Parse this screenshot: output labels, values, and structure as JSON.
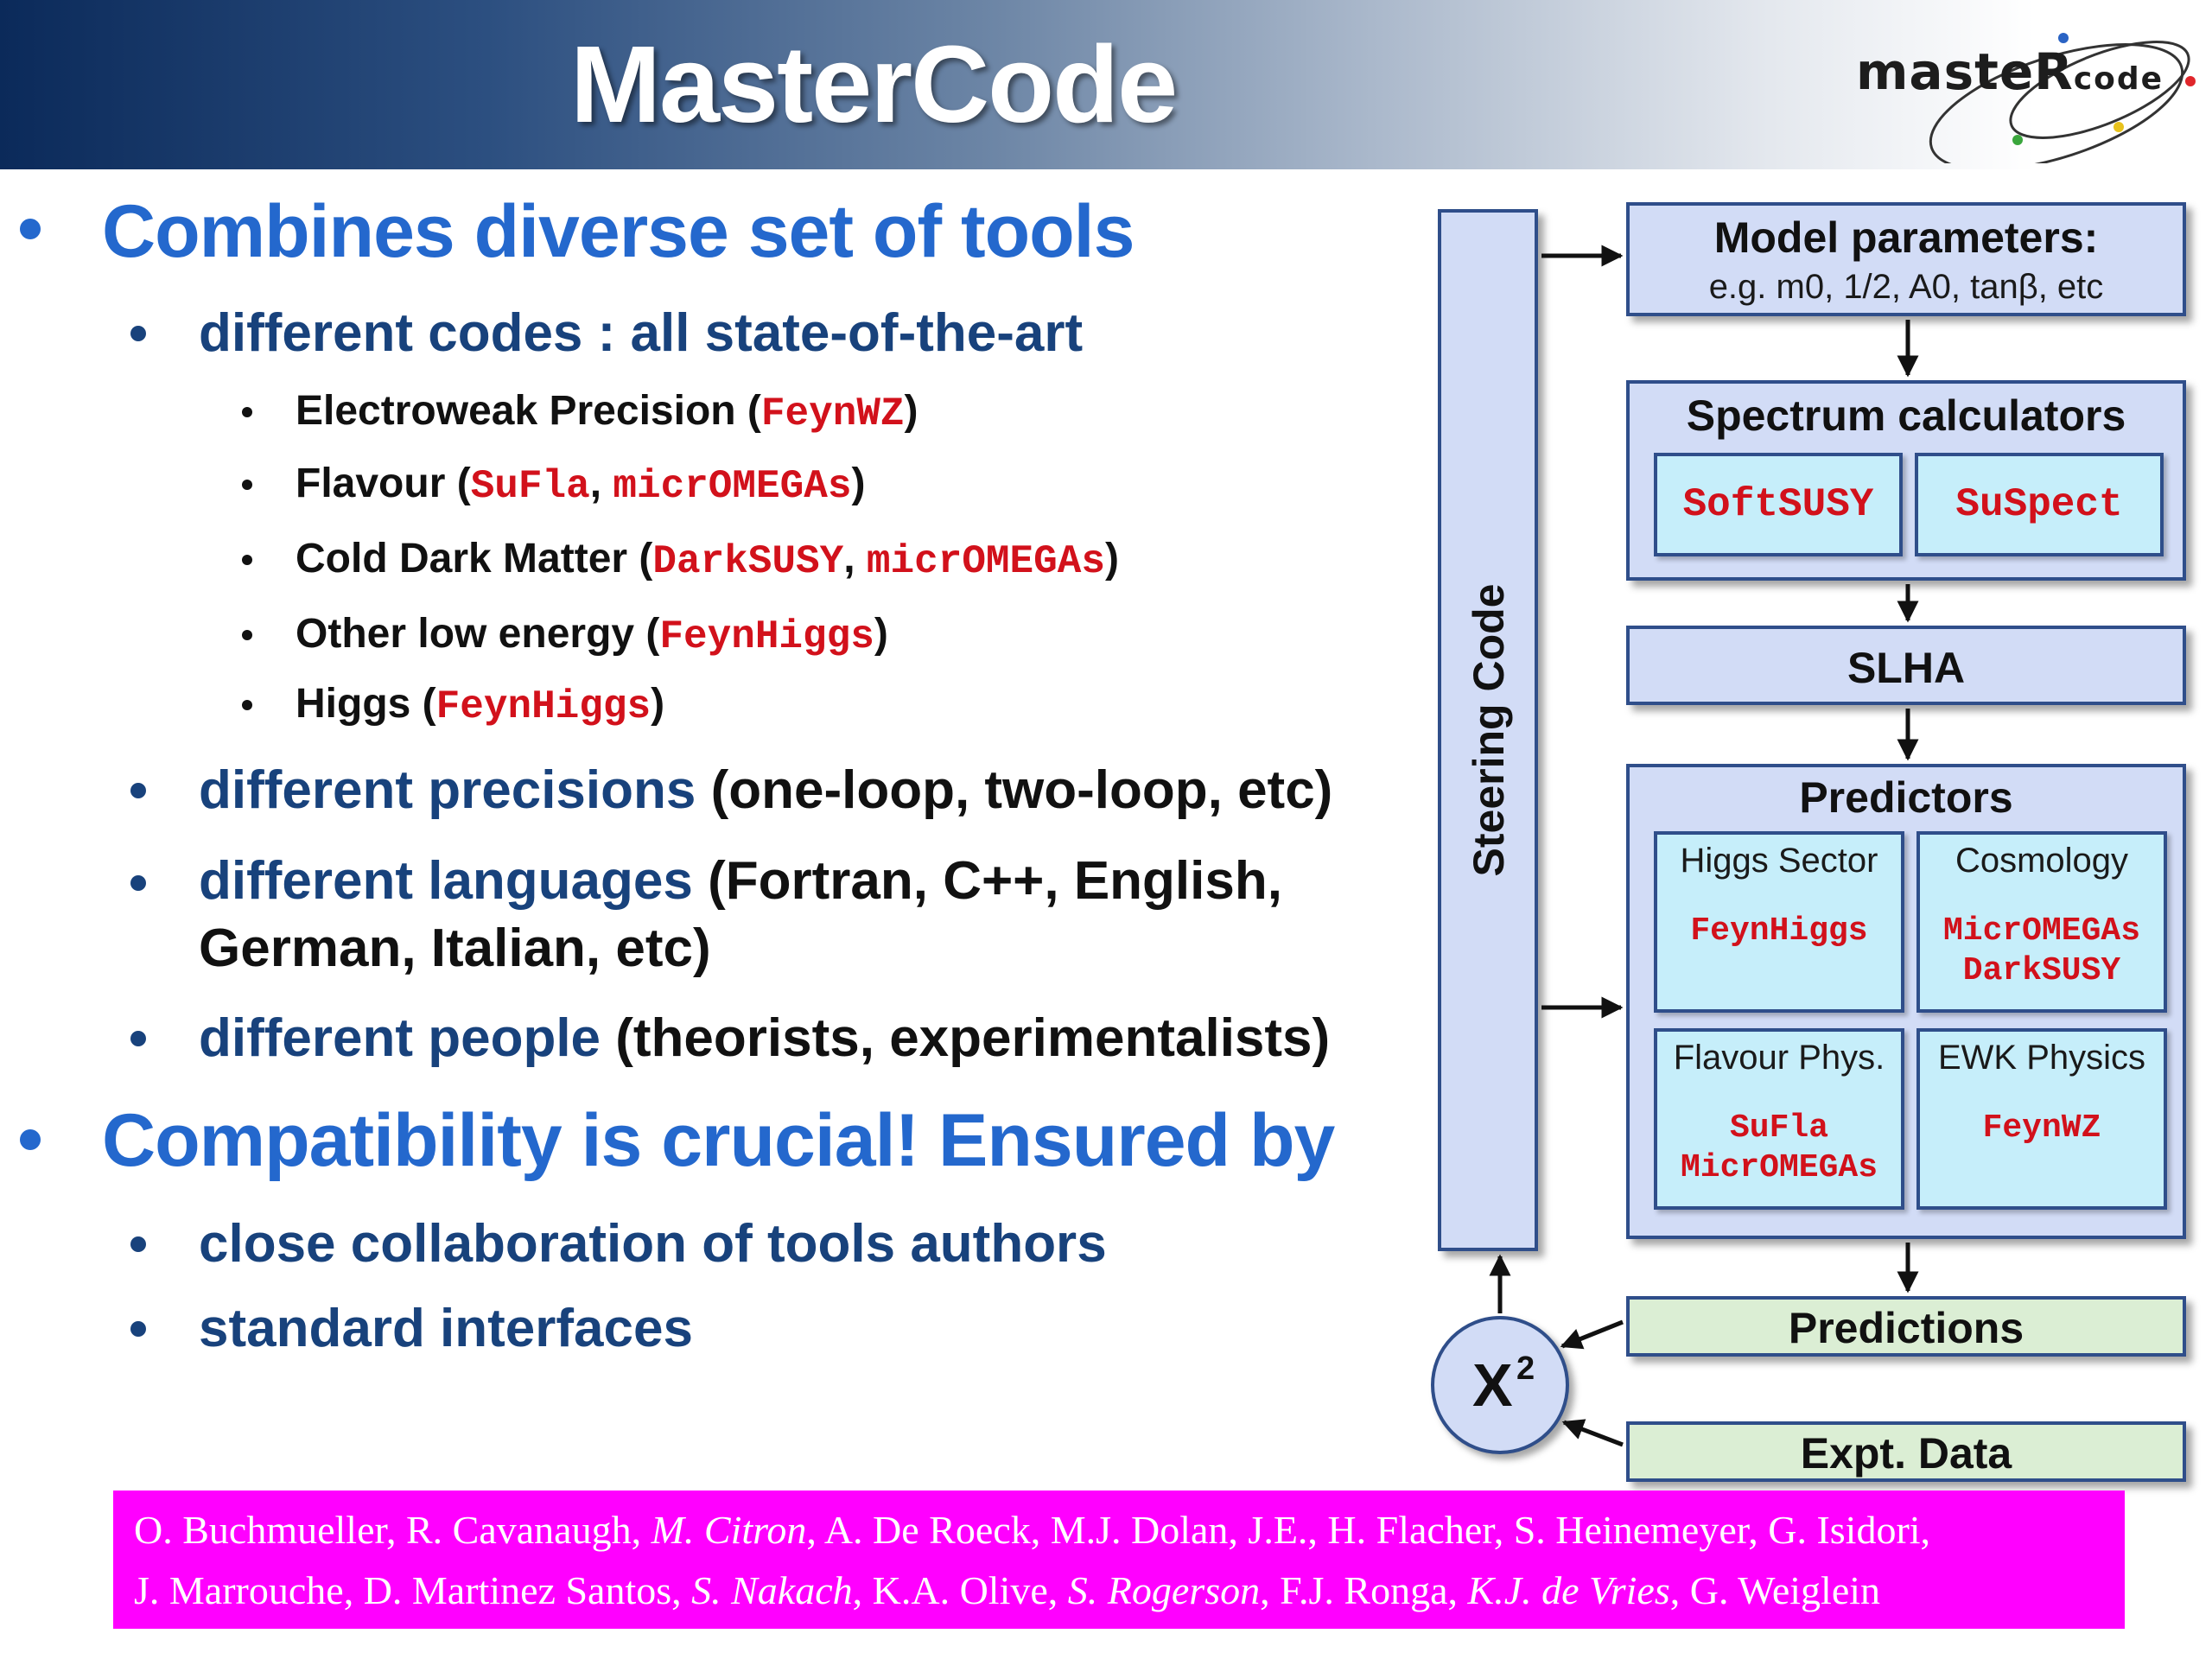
{
  "header": {
    "title": "MasterCode",
    "logo": {
      "word_main": "masteR",
      "word_small": "code"
    }
  },
  "bullets": {
    "b1": "Combines diverse set of tools",
    "b1_1": "different codes : all state-of-the-art",
    "ew_label": "Electroweak Precision (",
    "ew_code": "FeynWZ",
    "ew_close": ")",
    "flav_label": "Flavour (",
    "flav_code1": "SuFla",
    "flav_sep": ", ",
    "flav_code2": "micrOMEGAs",
    "flav_close": ")",
    "cdm_label": "Cold Dark Matter (",
    "cdm_code1": "DarkSUSY",
    "cdm_sep": ", ",
    "cdm_code2": "micrOMEGAs",
    "cdm_close": ")",
    "low_label": "Other low energy (",
    "low_code": "FeynHiggs",
    "low_close": ")",
    "higgs_label": "Higgs (",
    "higgs_code": "FeynHiggs",
    "higgs_close": ")",
    "prec_blue": "different precisions ",
    "prec_black": "(one-loop, two-loop, etc)",
    "lang_blue": "different languages ",
    "lang_black1": "(Fortran, C++, English,",
    "lang_black2": "German, Italian, etc)",
    "people_blue": "different people ",
    "people_black": "(theorists, experimentalists)",
    "b2": "Compatibility is crucial!  Ensured by",
    "b2_1": "close collaboration of tools authors",
    "b2_2": "standard interfaces"
  },
  "diagram": {
    "steering": "Steering Code",
    "model_title": "Model parameters:",
    "model_sub": "e.g. m0, 1/2, A0, tanβ, etc",
    "spectrum_title": "Spectrum calculators",
    "softsusy": "SoftSUSY",
    "suspect": "SuSpect",
    "slha": "SLHA",
    "predictors_title": "Predictors",
    "higgs_sector": "Higgs Sector",
    "higgs_code": "FeynHiggs",
    "cosmology": "Cosmology",
    "cosmo_code1": "MicrOMEGAs",
    "cosmo_code2": "DarkSUSY",
    "flavour_phys": "Flavour Phys.",
    "flavour_code1": "SuFla",
    "flavour_code2": "MicrOMEGAs",
    "ewk_physics": "EWK Physics",
    "ewk_code": "FeynWZ",
    "predictions": "Predictions",
    "expt_data": "Expt. Data",
    "chi": "X",
    "chi_sup": "2"
  },
  "footer": {
    "l1_a": "O. Buchmueller, R. Cavanaugh, ",
    "l1_b": "M. Citron",
    "l1_c": ", A. De Roeck, M.J. Dolan,  J.E., H. Flacher, S. Heinemeyer, G. Isidori,",
    "l2_a": "J. Marrouche, D. Martinez Santos, ",
    "l2_b": "S. Nakach",
    "l2_c": ", K.A. Olive, ",
    "l2_d": "S. Rogerson",
    "l2_e": ", F.J. Ronga, ",
    "l2_f": "K.J. de Vries",
    "l2_g": ", G. Weiglein"
  },
  "colors": {
    "header_dark": "#0b2a5a",
    "heading_blue": "#2468cd",
    "sub_blue": "#18427c",
    "code_red": "#d2111b",
    "box_fill": "#d2dcf6",
    "inner_fill": "#c6eefa",
    "green_fill": "#dbeed4",
    "footer_magenta": "#ff00ff"
  }
}
